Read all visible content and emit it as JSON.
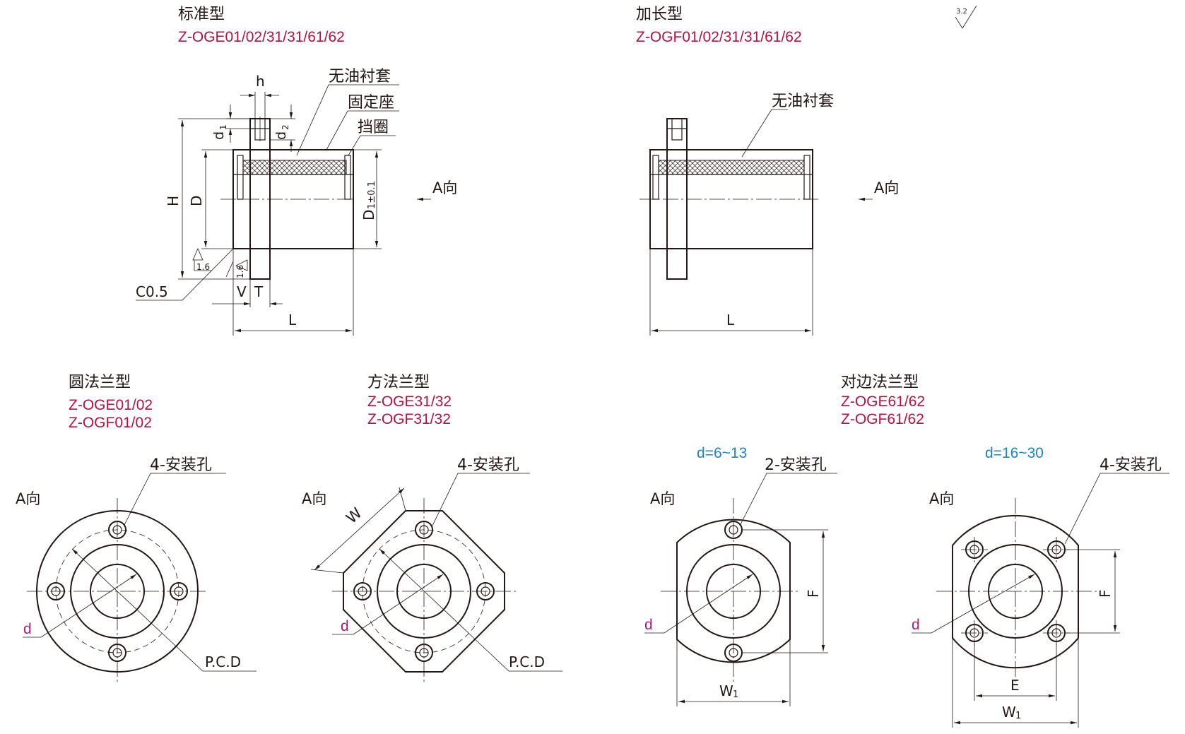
{
  "roughness_mark": "3.2",
  "standard": {
    "title": "标准型",
    "code": "Z-OGE01/02/31/31/61/62",
    "labels": {
      "liner": "无油衬套",
      "seat": "固定座",
      "ring": "挡圈",
      "h": "h",
      "d1": "d",
      "d1_sub": "1",
      "d2": "d",
      "d2_sub": "2",
      "H": "H",
      "D": "D",
      "Dtol": "D",
      "Dtol_sub": "1±0.1",
      "view": "A向",
      "rough1": "1.6",
      "rough2": "1.6",
      "chamfer": "C0.5",
      "V": "V",
      "T": "T",
      "L": "L"
    }
  },
  "extended": {
    "title": "加长型",
    "code": "Z-OGF01/02/31/31/61/62",
    "labels": {
      "liner": "无油衬套",
      "view": "A向",
      "L": "L"
    }
  },
  "round_flange": {
    "title": "圆法兰型",
    "codes": [
      "Z-OGE01/02",
      "Z-OGF01/02"
    ],
    "view": "A向",
    "holes": "4-安装孔",
    "d": "d",
    "pcd": "P.C.D"
  },
  "square_flange": {
    "title": "方法兰型",
    "codes": [
      "Z-OGE31/32",
      "Z-OGF31/32"
    ],
    "view": "A向",
    "holes": "4-安装孔",
    "W": "W",
    "d": "d",
    "pcd": "P.C.D"
  },
  "cut_flange": {
    "title": "对边法兰型",
    "codes": [
      "Z-OGE61/62",
      "Z-OGF61/62"
    ],
    "small": {
      "range": "d=6~13",
      "view": "A向",
      "holes": "2-安装孔",
      "d": "d",
      "F": "F",
      "W1": "W",
      "W1_sub": "1"
    },
    "large": {
      "range": "d=16~30",
      "view": "A向",
      "holes": "4-安装孔",
      "d": "d",
      "F": "F",
      "E": "E",
      "W1": "W",
      "W1_sub": "1"
    }
  }
}
